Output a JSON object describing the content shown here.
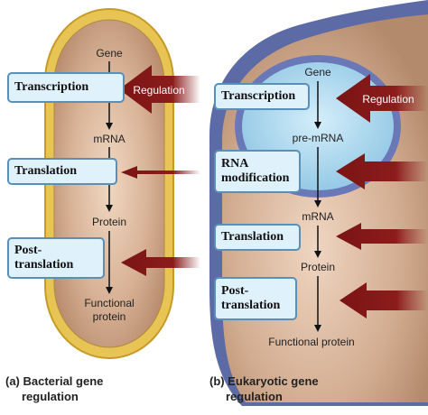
{
  "bacterial": {
    "steps": [
      "Gene",
      "mRNA",
      "Protein",
      "Functional",
      "protein"
    ],
    "regulation_label": "Regulation",
    "boxes": [
      "Transcription",
      "Translation",
      "Post-",
      "translation"
    ],
    "caption": [
      "(a) Bacterial gene",
      "regulation"
    ]
  },
  "eukaryotic": {
    "steps": [
      "Gene",
      "pre-mRNA",
      "mRNA",
      "Protein",
      "Functional protein"
    ],
    "regulation_label": "Regulation",
    "boxes": [
      "Transcription",
      "RNA",
      "modification",
      "Translation",
      "Post-",
      "translation"
    ],
    "caption": [
      "(b) Eukaryotic gene",
      "regulation"
    ]
  },
  "colors": {
    "cell_wall": "#e8c454",
    "cytoplasm": "#caa486",
    "eukaryotic_cell": "#5c6aa6",
    "nucleus": "#a9d6ee",
    "regulation_arrow": "#8c1c1c",
    "label_box": "#dff1fb"
  }
}
